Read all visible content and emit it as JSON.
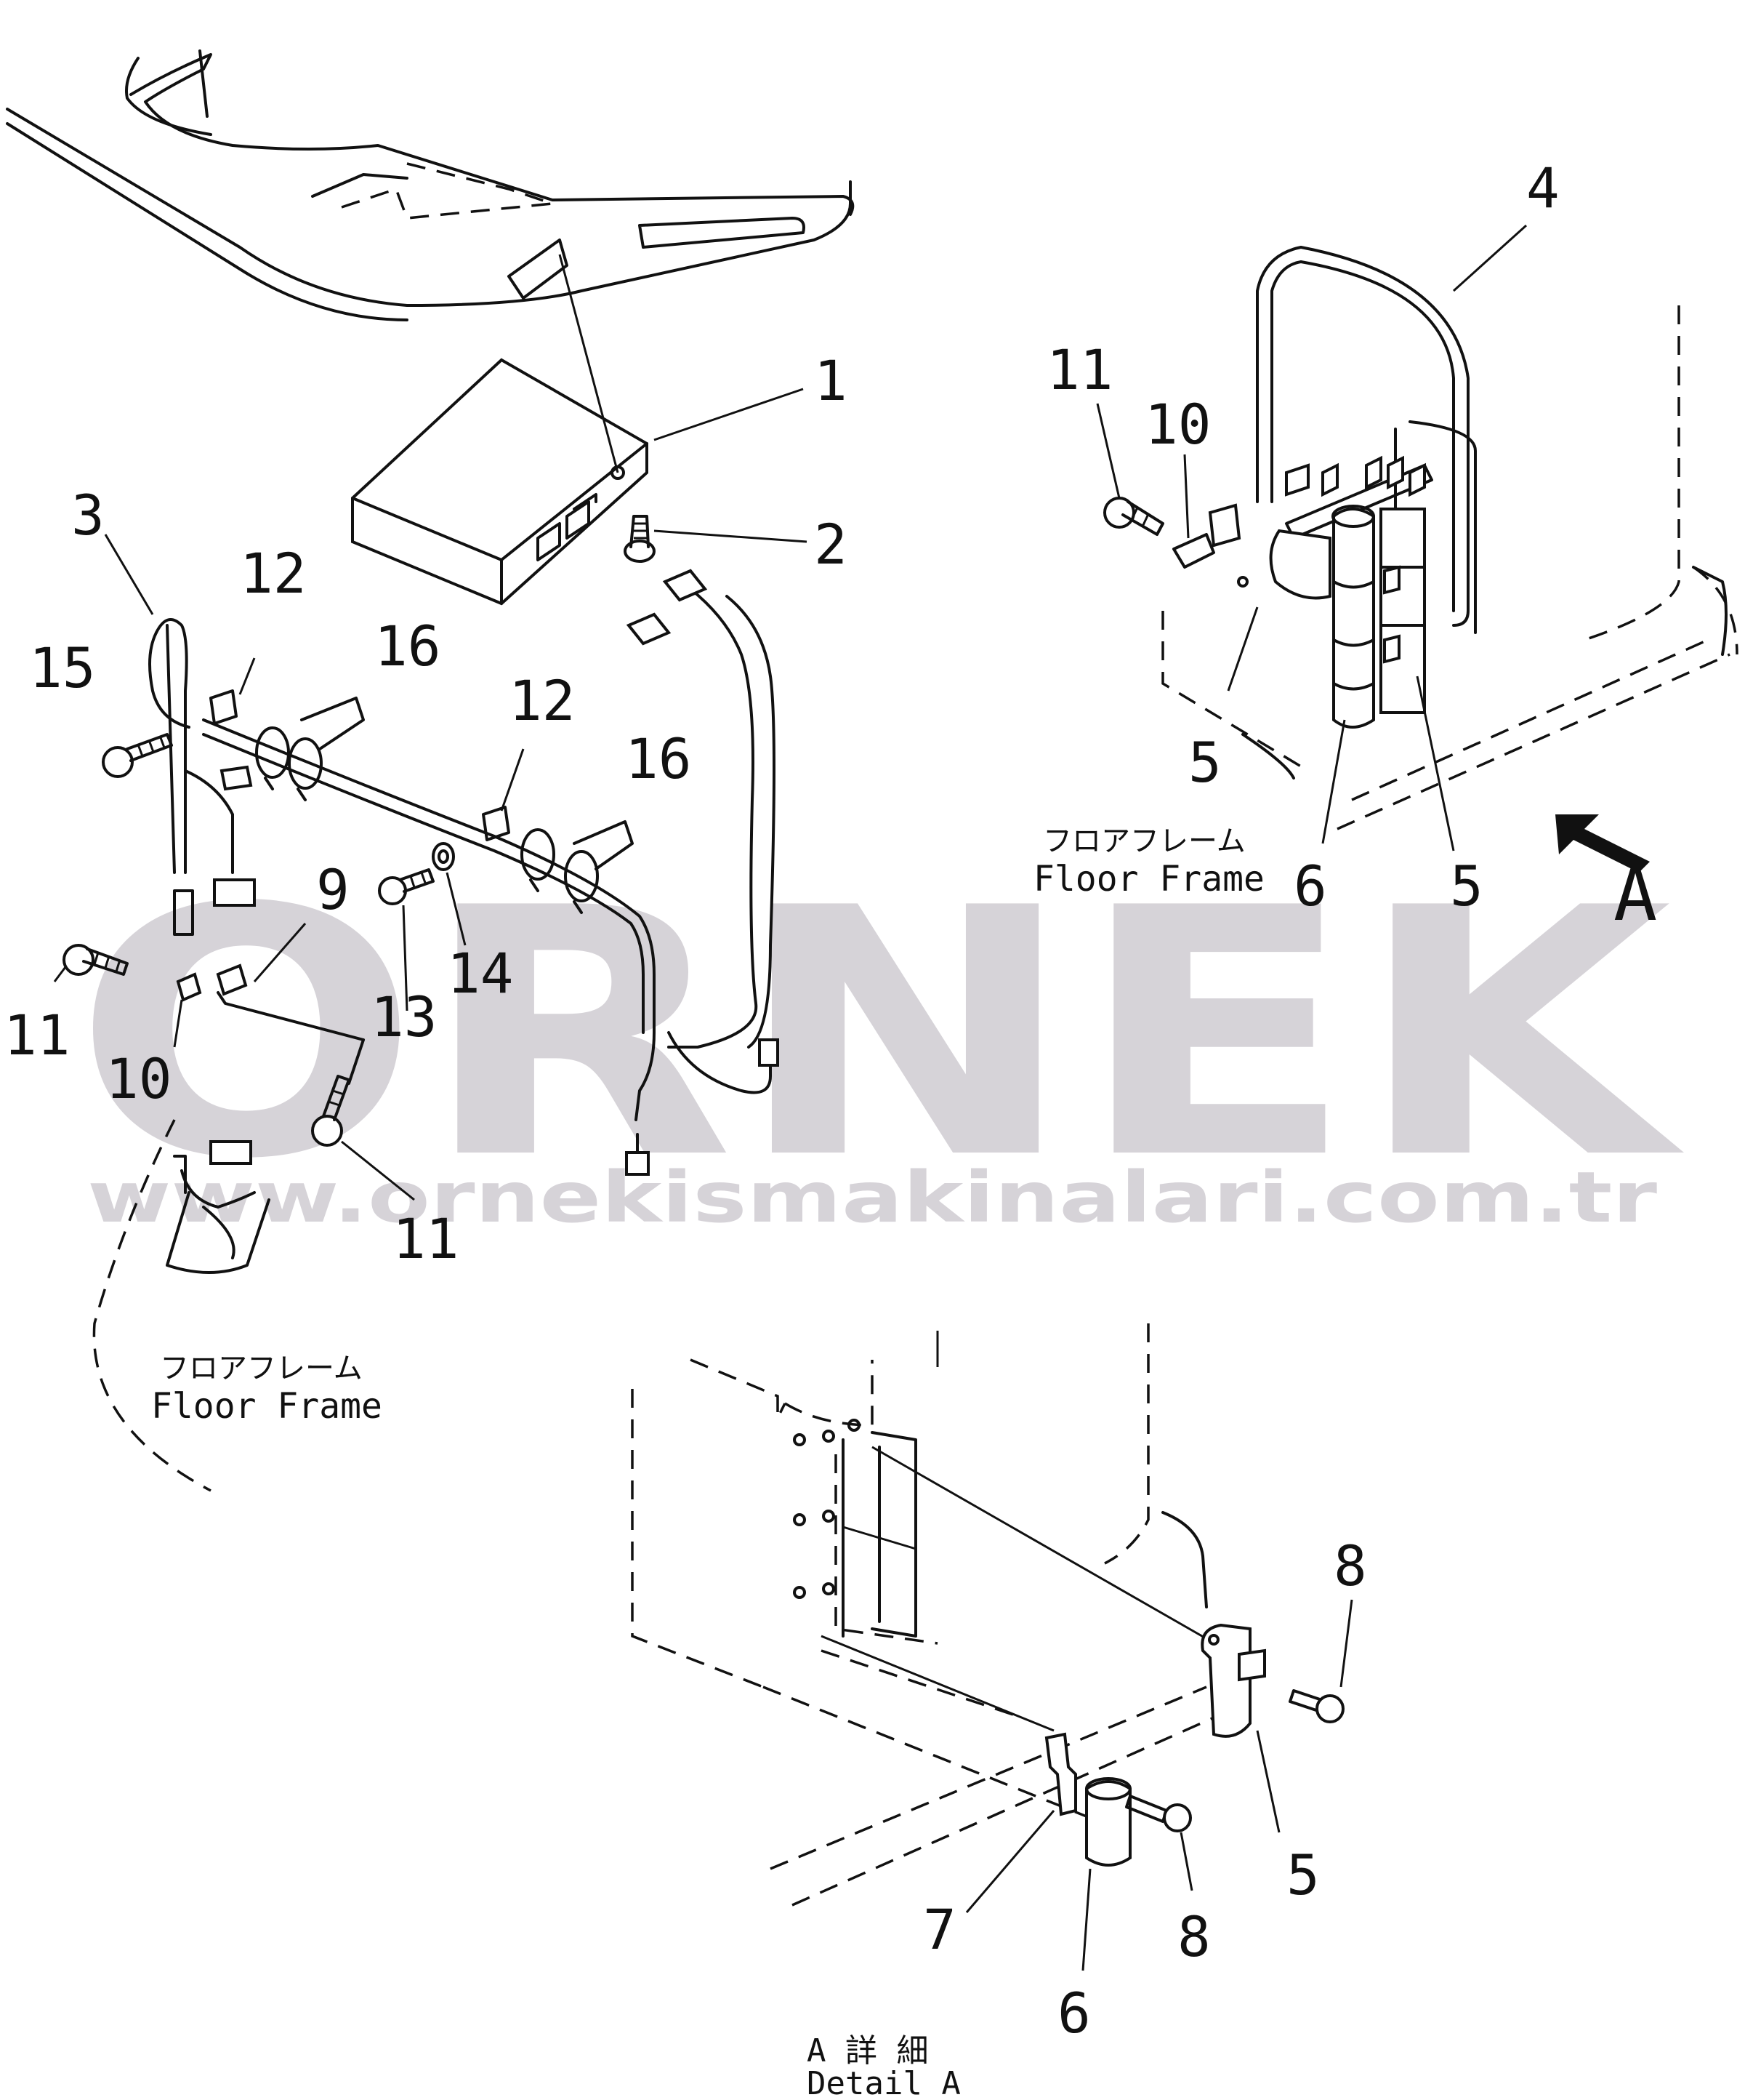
{
  "watermark": {
    "brand": "ORNEK",
    "url": "www.ornekismakinalari.com.tr",
    "brand_color": "#d6d3d8"
  },
  "labels": {
    "floor_frame_jp": "フロアフレーム",
    "floor_frame_en": "Floor Frame",
    "view_arrow_letter": "A",
    "detail_jp": "A 詳 細",
    "detail_en": "Detail A"
  },
  "callouts": {
    "c1": "1",
    "c2": "2",
    "c3": "3",
    "c4": "4",
    "c5a": "5",
    "c5b": "5",
    "c5c": "5",
    "c6a": "6",
    "c6b": "6",
    "c7": "7",
    "c8a": "8",
    "c8b": "8",
    "c9": "9",
    "c10a": "10",
    "c10b": "10",
    "c11a": "11",
    "c11b": "11",
    "c11c": "11",
    "c12a": "12",
    "c12b": "12",
    "c13": "13",
    "c14": "14",
    "c15": "15",
    "c16a": "16",
    "c16b": "16"
  }
}
